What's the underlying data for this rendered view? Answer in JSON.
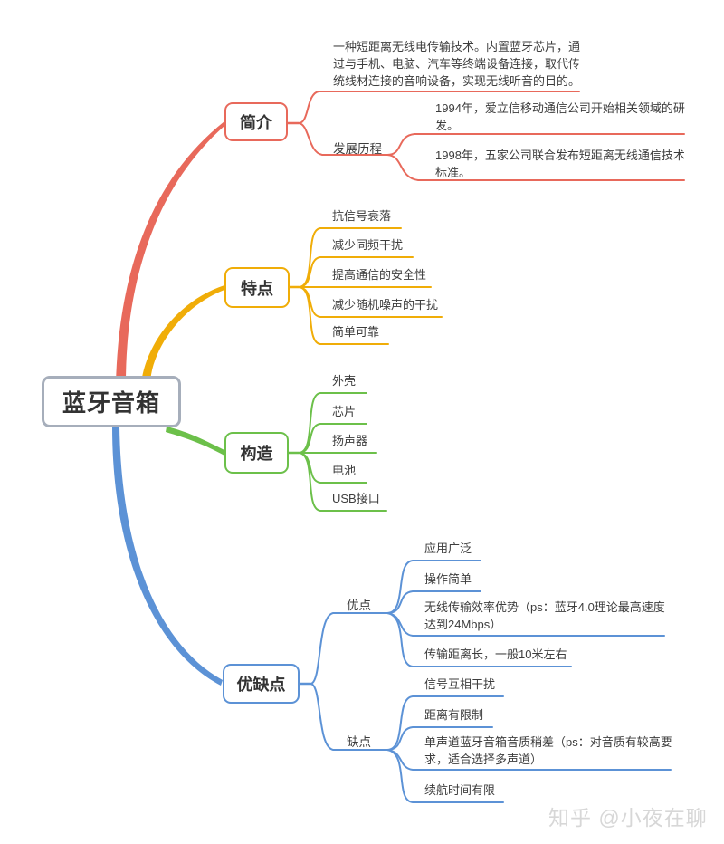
{
  "root": {
    "label": "蓝牙音箱"
  },
  "intro": {
    "label": "简介",
    "description": "一种短距离无线电传输技术。内置蓝牙芯片，通过与手机、电脑、汽车等终端设备连接，取代传统线材连接的音响设备，实现无线听音的目的。",
    "history": {
      "label": "发展历程",
      "items": [
        "1994年，爱立信移动通信公司开始相关领域的研发。",
        "1998年，五家公司联合发布短距离无线通信技术标准。"
      ]
    }
  },
  "features": {
    "label": "特点",
    "items": [
      "抗信号衰落",
      "减少同频干扰",
      "提高通信的安全性",
      "减少随机噪声的干扰",
      "简单可靠"
    ]
  },
  "structure": {
    "label": "构造",
    "items": [
      "外壳",
      "芯片",
      "扬声器",
      "电池",
      "USB接口"
    ]
  },
  "pros_cons": {
    "label": "优缺点",
    "pros": {
      "label": "优点",
      "items": [
        "应用广泛",
        "操作简单",
        "无线传输效率优势（ps：蓝牙4.0理论最高速度达到24Mbps）",
        "传输距离长，一般10米左右"
      ]
    },
    "cons": {
      "label": "缺点",
      "items": [
        "信号互相干扰",
        "距离有限制",
        "单声道蓝牙音箱音质稍差（ps：对音质有较高要求，适合选择多声道）",
        "续航时间有限"
      ]
    }
  },
  "watermark": "知乎 @小夜在聊",
  "colors": {
    "intro_branch": "#e8695b",
    "features_branch": "#f0ad08",
    "structure_branch": "#6cc04a",
    "pros_cons_branch": "#5c92d6",
    "root_border": "#a6aebb",
    "text": "#3d3d3d",
    "watermark": "#d7d7d7"
  }
}
